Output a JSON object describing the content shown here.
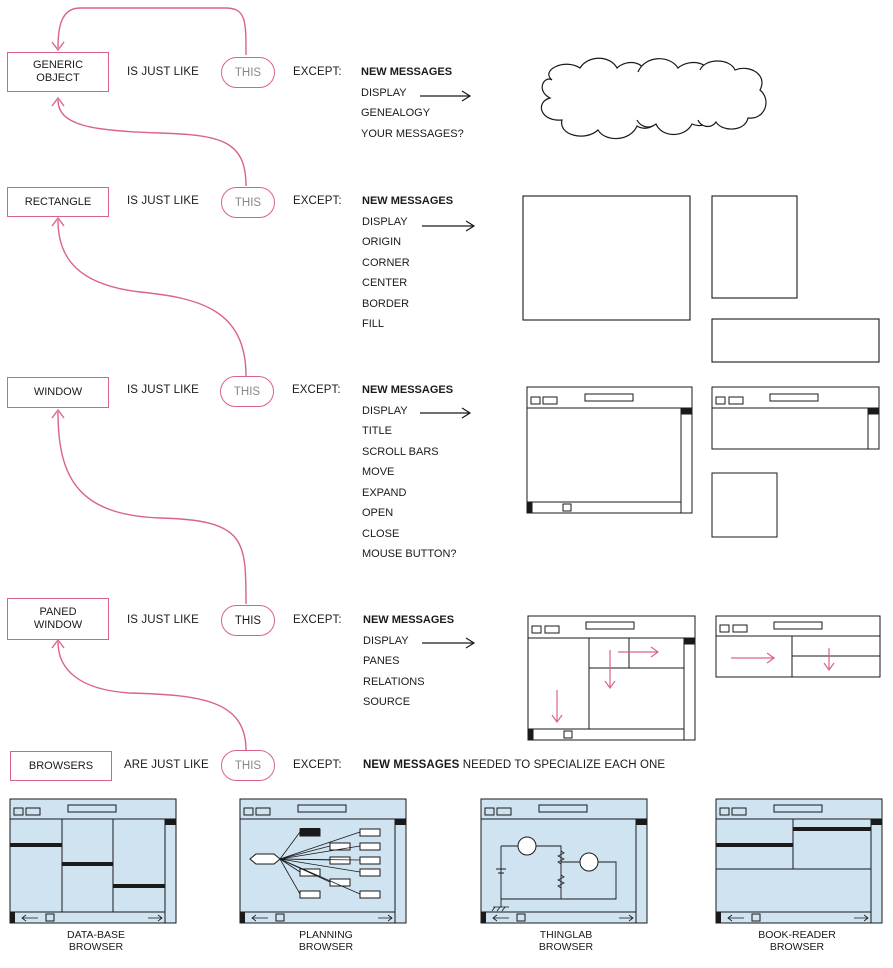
{
  "rows": [
    {
      "class_name": [
        "GENERIC",
        "OBJECT"
      ],
      "relation": "IS JUST LIKE",
      "this_label": "THIS",
      "except": "EXCEPT:",
      "messages_header": "NEW MESSAGES",
      "messages": [
        "DISPLAY",
        "GENEALOGY",
        "YOUR MESSAGES?"
      ]
    },
    {
      "class_name": [
        "RECTANGLE"
      ],
      "relation": "IS JUST LIKE",
      "this_label": "THIS",
      "except": "EXCEPT:",
      "messages_header": "NEW MESSAGES",
      "messages": [
        "DISPLAY",
        "ORIGIN",
        "CORNER",
        "CENTER",
        "BORDER",
        "FILL"
      ]
    },
    {
      "class_name": [
        "WINDOW"
      ],
      "relation": "IS JUST LIKE",
      "this_label": "THIS",
      "except": "EXCEPT:",
      "messages_header": "NEW MESSAGES",
      "messages": [
        "DISPLAY",
        "TITLE",
        "SCROLL BARS",
        "MOVE",
        "EXPAND",
        "OPEN",
        "CLOSE",
        "MOUSE BUTTON?"
      ]
    },
    {
      "class_name": [
        "PANED",
        "WINDOW"
      ],
      "relation": "IS JUST LIKE",
      "this_label": "THIS",
      "except": "EXCEPT:",
      "messages_header": "NEW MESSAGES",
      "messages": [
        "DISPLAY",
        "PANES",
        "RELATIONS",
        "SOURCE"
      ]
    },
    {
      "class_name": [
        "BROWSERS"
      ],
      "relation": "ARE JUST LIKE",
      "this_label": "THIS",
      "except": "EXCEPT:",
      "messages_header": "NEW MESSAGES",
      "messages_tail": "NEEDED TO SPECIALIZE EACH ONE"
    }
  ],
  "browsers": [
    {
      "caption": [
        "DATA-BASE",
        "BROWSER"
      ]
    },
    {
      "caption": [
        "PLANNING",
        "BROWSER"
      ]
    },
    {
      "caption": [
        "THINGLAB",
        "BROWSER"
      ]
    },
    {
      "caption": [
        "BOOK-READER",
        "BROWSER"
      ]
    }
  ],
  "colors": {
    "link": "#d9638c",
    "browser_fill": "#cfe3f1",
    "ink": "#1a1a1a"
  },
  "icons": [
    "arrow-right-icon",
    "cloud-icon",
    "window-sketch-icon",
    "scroll-arrow-icon"
  ]
}
